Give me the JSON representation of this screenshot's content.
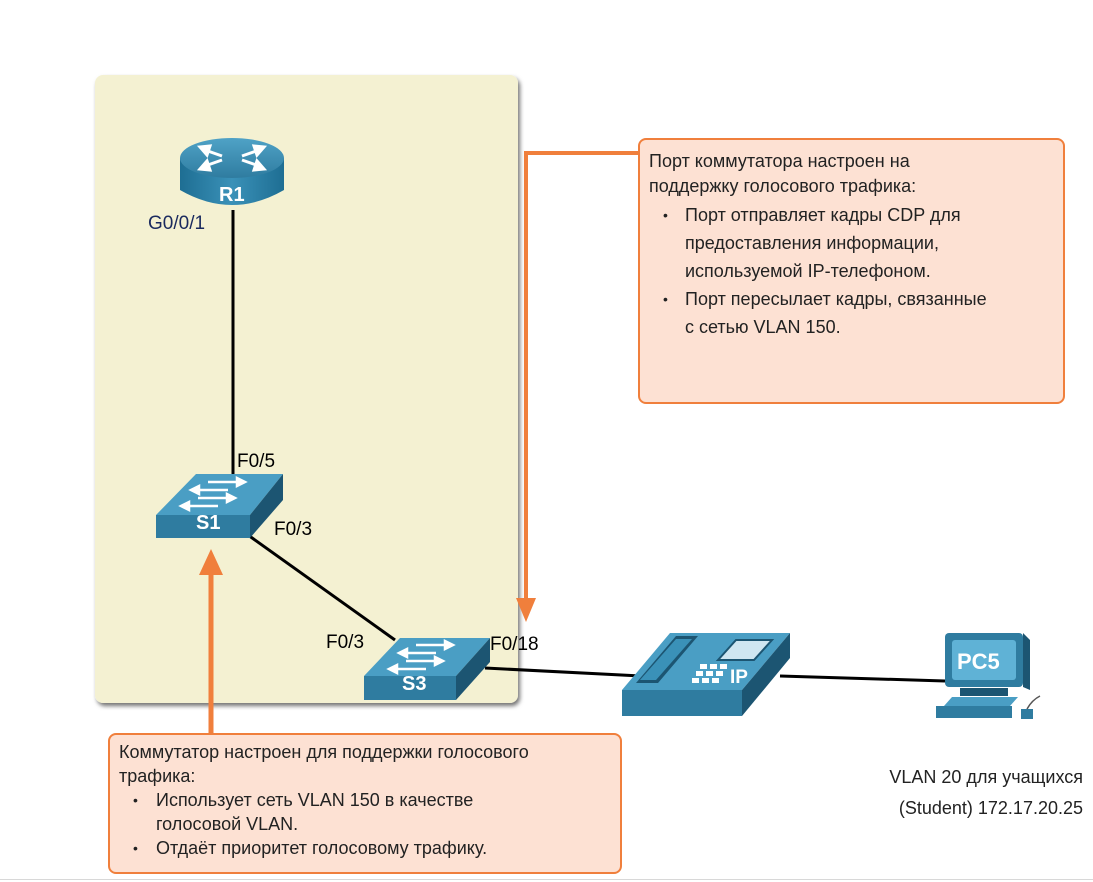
{
  "devices": {
    "router": {
      "label": "R1"
    },
    "switch1": {
      "label": "S1"
    },
    "switch3": {
      "label": "S3"
    },
    "phone": {
      "label": "IP"
    },
    "pc": {
      "label": "PC5"
    }
  },
  "ports": {
    "r1_g001": "G0/0/1",
    "s1_f05": "F0/5",
    "s1_f03": "F0/3",
    "s3_f03": "F0/3",
    "s3_f018": "F0/18"
  },
  "callout_top": {
    "heading_line1": "Порт коммутатора настроен на",
    "heading_line2": "поддержку голосового трафика:",
    "bullets": [
      {
        "line1": "Порт отправляет кадры CDP для",
        "line2": "предоставления информации,",
        "line3": "используемой IP-телефоном."
      },
      {
        "line1": "Порт пересылает кадры, связанные",
        "line2": "с сетью VLAN 150.",
        "line3": ""
      }
    ]
  },
  "callout_bottom": {
    "heading_line1": "Коммутатор настроен для поддержки голосового",
    "heading_line2": "трафика:",
    "bullets": [
      {
        "line1": "Использует сеть VLAN 150 в качестве",
        "line2": "голосовой VLAN."
      },
      {
        "line1": "Отдаёт приоритет голосовому трафику.",
        "line2": ""
      }
    ]
  },
  "pc_note": {
    "line1": "VLAN 20 для учащихся",
    "line2": "(Student) 172.17.20.25"
  },
  "colors": {
    "panel": "#f4f1d2",
    "device_blue": "#2f7ca0",
    "device_dark": "#1c5572",
    "accent_orange": "#f07f3c",
    "callout_fill": "#fde1d3"
  }
}
